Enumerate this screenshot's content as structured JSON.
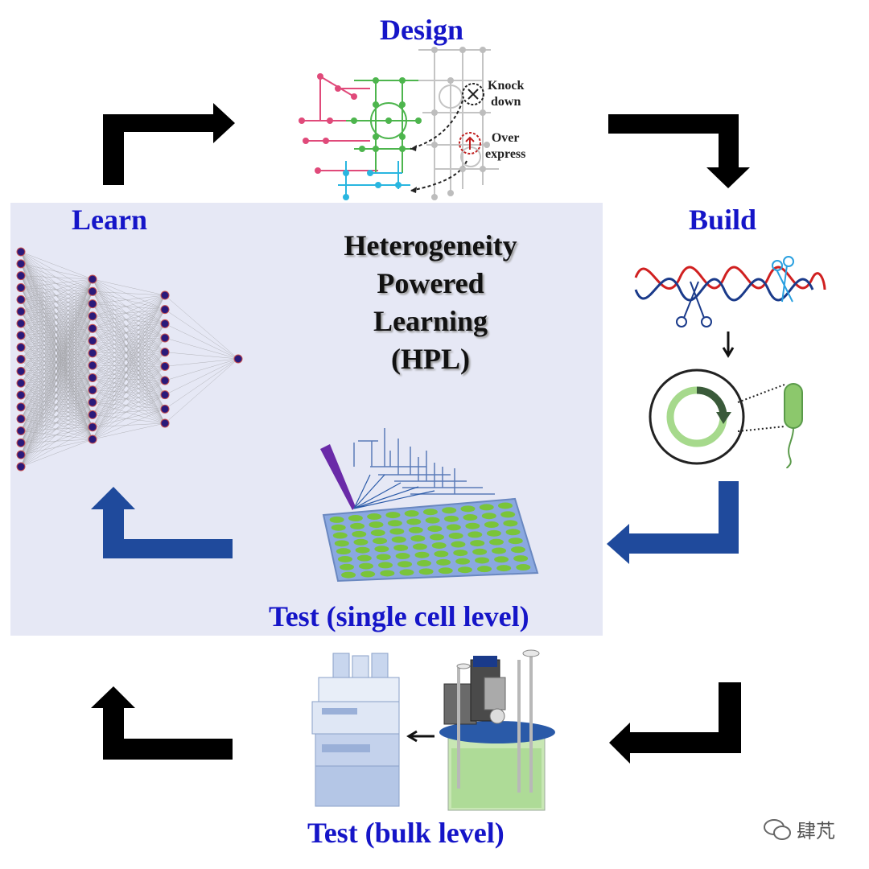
{
  "labels": {
    "design": "Design",
    "build": "Build",
    "learn": "Learn",
    "test_single": "Test (single cell level)",
    "test_bulk": "Test (bulk level)"
  },
  "center_title": [
    "Heterogeneity",
    "Powered",
    "Learning",
    "(HPL)"
  ],
  "design_annotations": {
    "knockdown": [
      "Knock",
      "down"
    ],
    "overexpress": [
      "Over",
      "express"
    ]
  },
  "watermark": "肆芃",
  "icons": [
    "metabolic-network-icon",
    "dna-scissors-icon",
    "plasmid-cell-icon",
    "neural-network-icon",
    "mass-spec-plate-icon",
    "hplc-instrument-icon",
    "bioreactor-icon",
    "wechat-logo-icon"
  ],
  "colors": {
    "phase_label": "#1515c8",
    "panel": "#e6e8f5",
    "arrow_black": "#000000",
    "arrow_blue": "#1f4a9c"
  }
}
